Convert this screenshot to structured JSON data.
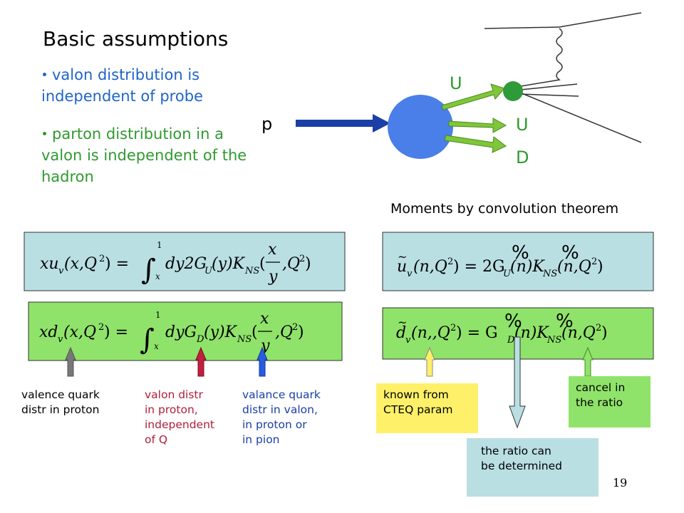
{
  "title": "Basic assumptions",
  "bullets": [
    "valon distribution is independent of probe",
    "parton distribution in a valon is independent of the hadron"
  ],
  "diagram": {
    "proton_label": "p",
    "valon_labels": [
      "U",
      "U",
      "D"
    ]
  },
  "moments_title": "Moments by convolution theorem",
  "captions": {
    "valence_quark": "valence quark\ndistr in proton",
    "valon_distr": "valon distr\nin proton,\nindependent\nof Q",
    "valance_quark_valon": "valance quark\ndistr in valon,\nin proton or\nin pion"
  },
  "notes": {
    "known_from": "known from\nCTEQ param",
    "ratio_determined": "the ratio can\nbe determined",
    "cancel": "cancel in\nthe ratio"
  },
  "tilde_marks": [
    "%",
    "%",
    "%",
    "%"
  ],
  "slide_number": "19",
  "colors": {
    "blue_box": "#b9dfe3",
    "green_box": "#8fe36a",
    "blue_text": "#1f64c8",
    "green_text": "#2f9a2f",
    "red_text": "#b0203c",
    "navy_text": "#1a3fa6"
  }
}
